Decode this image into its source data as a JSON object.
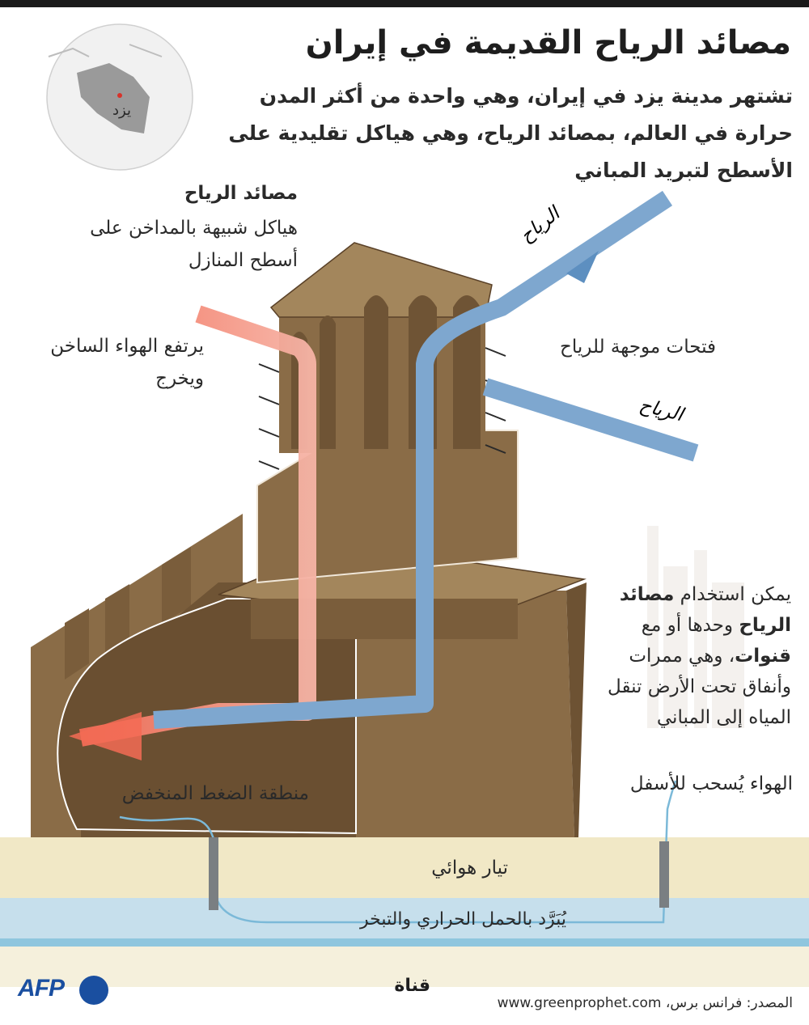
{
  "title": "مصائد الرياح القديمة في إيران",
  "intro": "تشتهر مدينة يزد في إيران، وهي واحدة من أكثر المدن حرارة في العالم، بمصائد الرياح، وهي هياكل تقليدية على الأسطح لتبريد المباني",
  "map": {
    "city_label": "يزد"
  },
  "labels": {
    "windcatchers_heading": "مصائد الرياح",
    "windcatchers_body": "هياكل شبيهة بالمداخن على أسطح المنازل",
    "hot_air": "يرتفع الهواء الساخن ويخرج",
    "wind_top": "الرياح",
    "openings": "فتحات موجهة للرياح",
    "wind_side": "الرياح",
    "canals_pre": "يمكن استخدام ",
    "canals_bold1": "مصائد الرياح",
    "canals_mid": " وحدها أو مع ",
    "canals_bold2": "قنوات",
    "canals_post": "، وهي ممرات وأنفاق تحت الأرض تنقل المياه إلى المباني",
    "air_drawn_down": "الهواء يُسحب للأسفل",
    "low_pressure": "منطقة الضغط المنخفض",
    "air_current": "تيار هوائي",
    "cooled": "يُبَرَّد بالحمل الحراري والتبخر",
    "qanat": "قناة"
  },
  "footer": {
    "source": "المصدر: فرانس برس، www.greenprophet.com",
    "logo_text": "AFP"
  },
  "colors": {
    "building_dark": "#6f5435",
    "building_mid": "#8a6c47",
    "building_light": "#a3865c",
    "cold_air": "#7ea7cf",
    "hot_air": "#f2a08e",
    "ground": "#f1e8c6",
    "water": "#c6dfec",
    "brand": "#1a4fa0"
  }
}
